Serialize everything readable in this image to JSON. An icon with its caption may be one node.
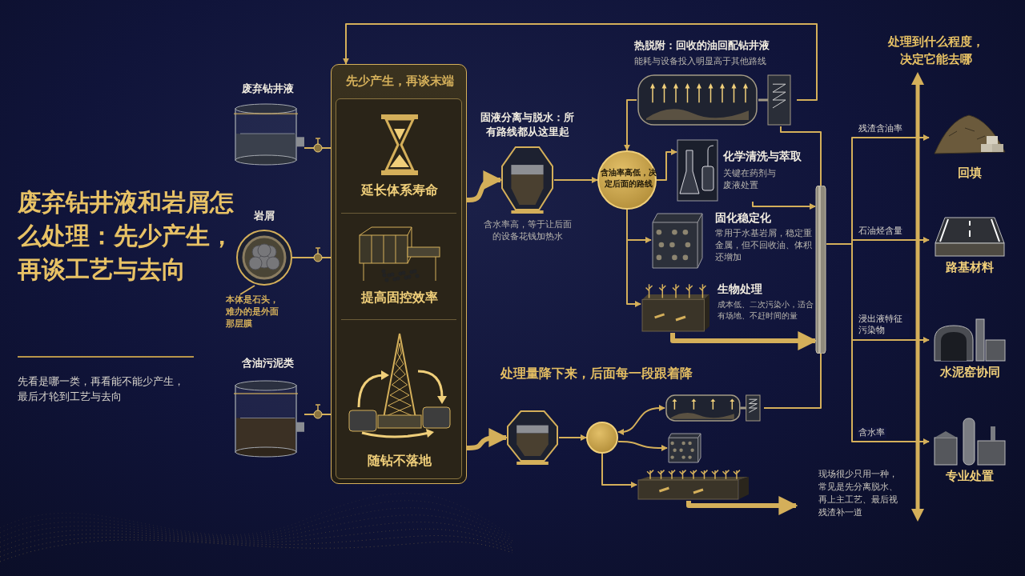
{
  "diagram": {
    "title": "废弃钻井液和岩屑怎么处理：先少产生，再谈工艺与去向",
    "nodes": [
      {
        "text": [
          "废弃钻井液"
        ]
      },
      {
        "text": [
          "岩屑"
        ]
      },
      {
        "text": [
          "本体是石头，难办的是外面那层膜"
        ]
      },
      {
        "text": [
          "含油污泥类"
        ]
      },
      {
        "text": [
          "先少产生，再谈末端"
        ]
      },
      {
        "text": [
          "延长体系寿命"
        ],
        "in": 4
      },
      {
        "text": [
          "提高固控效率"
        ],
        "in": 4
      },
      {
        "text": [
          "随钻不落地"
        ],
        "in": 4
      },
      {
        "text": [
          "固液分离与脱水：所有路线都从这里起"
        ],
        "beside": [
          "含水率高，等于让后面的设备花钱加热水"
        ]
      },
      {
        "text": [
          "含油率高低，决定后面的路线"
        ]
      },
      {
        "text": [
          "热脱附：回收的油回配钻井液",
          "能耗与设备投入明显高于其他路线"
        ]
      },
      {
        "text": [
          "化学清洗与萃取",
          "关键在药剂与废液处置"
        ]
      },
      {
        "text": [
          "固化稳定化",
          "常用于水基岩屑，稳定重金属，但不回收油、体积还增加"
        ]
      },
      {
        "text": [
          "生物处理",
          "成本低、二次污染小，适合有场地、不赶时间的量"
        ]
      },
      {
        "text": [],
        "shape": "cylinder"
      },
      {
        "text": [],
        "shape": "picture"
      },
      {
        "text": [],
        "shape": "circle"
      },
      {
        "text": [],
        "shape": "picture"
      },
      {
        "text": [],
        "shape": "picture"
      },
      {
        "text": [],
        "shape": "picture"
      },
      {
        "text": [
          "回填"
        ]
      },
      {
        "text": [
          "路基材料"
        ]
      },
      {
        "text": [
          "水泥窑协同"
        ]
      },
      {
        "text": [
          "专业处置"
        ]
      }
    ],
    "edges": [
      {
        "from": 0,
        "to": 4,
        "arrow": "none"
      },
      {
        "from": 1,
        "to": 4,
        "arrow": "none"
      },
      {
        "from": 3,
        "to": 4,
        "arrow": "none"
      },
      {
        "from": 2,
        "to": 1,
        "arrow": "none"
      },
      {
        "from": 4,
        "to": 8,
        "arrow": "to",
        "style": "thick"
      },
      {
        "from": 4,
        "to": 15,
        "arrow": "to",
        "style": "thick"
      },
      {
        "from": 8,
        "to": 9,
        "arrow": "to"
      },
      {
        "from": 10,
        "to": 9,
        "arrow": "to"
      },
      {
        "from": 9,
        "to": 11,
        "arrow": "to"
      },
      {
        "from": 9,
        "to": 12,
        "arrow": "to"
      },
      {
        "from": 9,
        "to": 13,
        "arrow": "to"
      },
      {
        "from": 10,
        "to": 4,
        "arrow": "to"
      },
      {
        "from": 10,
        "to": 14,
        "arrow": "none"
      },
      {
        "from": 11,
        "to": 14,
        "arrow": "to"
      },
      {
        "from": 13,
        "to": 14,
        "arrow": "to",
        "style": "thick"
      },
      {
        "from": 15,
        "to": 16,
        "arrow": "to"
      },
      {
        "from": 16,
        "to": 17,
        "arrow": "both"
      },
      {
        "from": 16,
        "to": 18,
        "arrow": "to"
      },
      {
        "from": 16,
        "to": 19,
        "arrow": "to"
      },
      {
        "from": 17,
        "to": 14,
        "arrow": "none"
      },
      {
        "from": 19,
        "to": null,
        "arrow": "to",
        "style": "thick"
      },
      {
        "from": 14,
        "to": 20,
        "arrow": "to",
        "label": "残渣含油率"
      },
      {
        "from": 14,
        "to": 21,
        "arrow": "to",
        "label": "石油烃含量"
      },
      {
        "from": 14,
        "to": 22,
        "arrow": "to",
        "label": "浸出液特征污染物"
      },
      {
        "from": 14,
        "to": 23,
        "arrow": "to",
        "label": "含水率"
      }
    ],
    "labels": [
      "先看是哪一类，再看能不能少产生，最后才轮到工艺与去向",
      "处理量降下来，后面每一段跟着降",
      "处理到什么程度，决定它能去哪",
      "现场很少只用一种，常见是先分离脱水、再上主工艺、最后视残渣补一道"
    ]
  }
}
